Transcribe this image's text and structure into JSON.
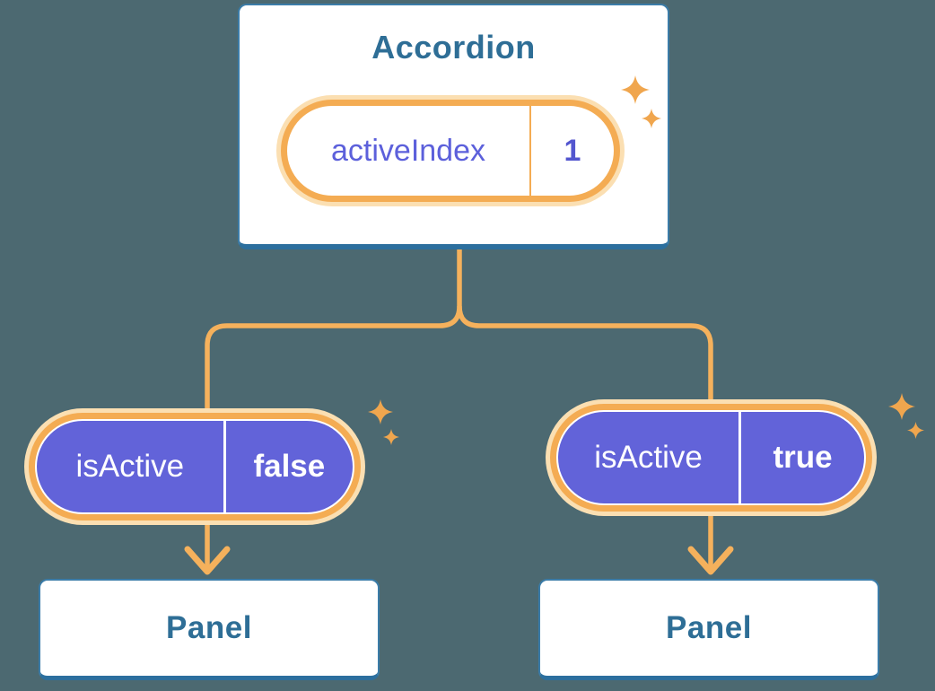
{
  "diagram": {
    "root": {
      "title": "Accordion",
      "state": {
        "name": "activeIndex",
        "value": "1"
      }
    },
    "children": [
      {
        "prop": {
          "name": "isActive",
          "value": "false"
        },
        "label": "Panel"
      },
      {
        "prop": {
          "name": "isActive",
          "value": "true"
        },
        "label": "Panel"
      }
    ],
    "icons": {
      "sparkle": "four-point-star",
      "arrow": "down-arrow"
    },
    "colors": {
      "background": "#4C6971",
      "card_background": "#FFFFFF",
      "card_border": "#3B7CA8",
      "card_border_bottom": "#2C6F9E",
      "heading_text": "#2E6E96",
      "connector_orange": "#F5B15C",
      "ring_orange": "#F4AC53",
      "ring_cream": "#FBDFB2",
      "sparkle_orange": "#F0A64E",
      "pill_purple": "#6263D9",
      "state_text_purple": "#5C60DB",
      "state_value_purple": "#5356CF",
      "prop_text": "#FFFFFF"
    }
  }
}
